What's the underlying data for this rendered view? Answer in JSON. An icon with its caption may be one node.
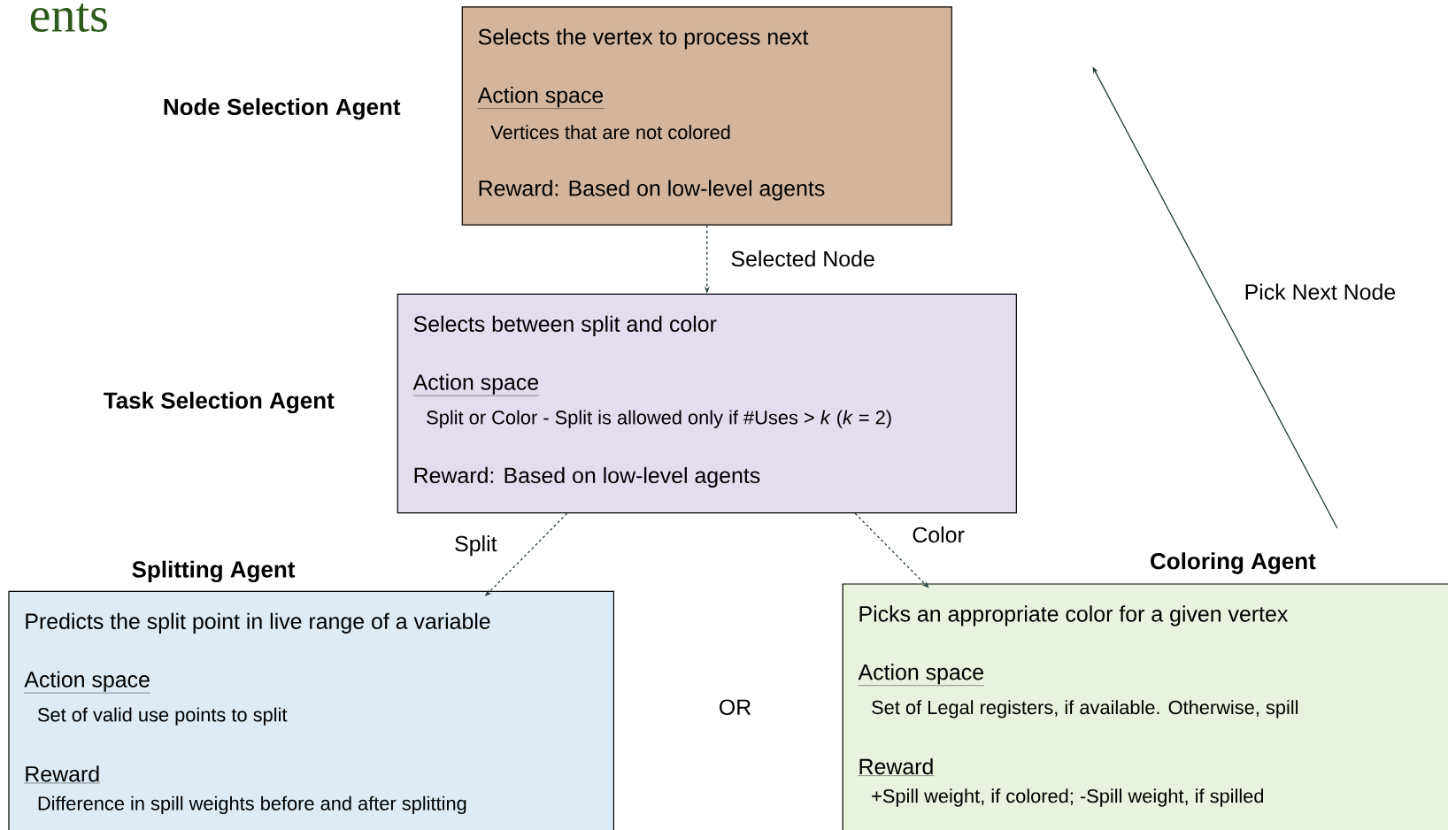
{
  "diagram": {
    "nodes": [
      {
        "text": [
          "Node Selection Agent",
          "Selects the vertex to process next",
          "Action space",
          "Vertices that are not colored",
          "Reward: Based on low-level agents"
        ]
      },
      {
        "text": [
          "Task Selection Agent",
          "Selects between split and color",
          "Action space",
          "Split or Color - Split is allowed only if #Uses > *k* (*k* = 2)",
          "Reward: Based on low-level agents"
        ]
      },
      {
        "text": [
          "Splitting Agent",
          "Predicts the split point in live range of a variable",
          "Action space",
          "Set of valid use points to split",
          "Reward",
          "Difference in spill weights before and after splitting"
        ]
      },
      {
        "text": [
          "Coloring Agent",
          "Picks an appropriate color for a given vertex",
          "Action space",
          "Set of Legal registers, if available. Otherwise, spill",
          "Reward",
          "+Spill weight, if colored; -Spill weight, if spilled"
        ]
      }
    ],
    "edges": [
      {
        "from": 0,
        "to": 1,
        "arrow": "to",
        "label": "Selected Node",
        "style": "dashed"
      },
      {
        "from": 1,
        "to": 2,
        "arrow": "to",
        "label": "Split",
        "style": "dashed"
      },
      {
        "from": 1,
        "to": 3,
        "arrow": "to",
        "label": "Color",
        "style": "dashed"
      },
      {
        "from": 3,
        "to": null,
        "arrow": "to",
        "label": "Pick Next Node"
      }
    ],
    "labels": [
      "ents",
      "OR"
    ]
  }
}
